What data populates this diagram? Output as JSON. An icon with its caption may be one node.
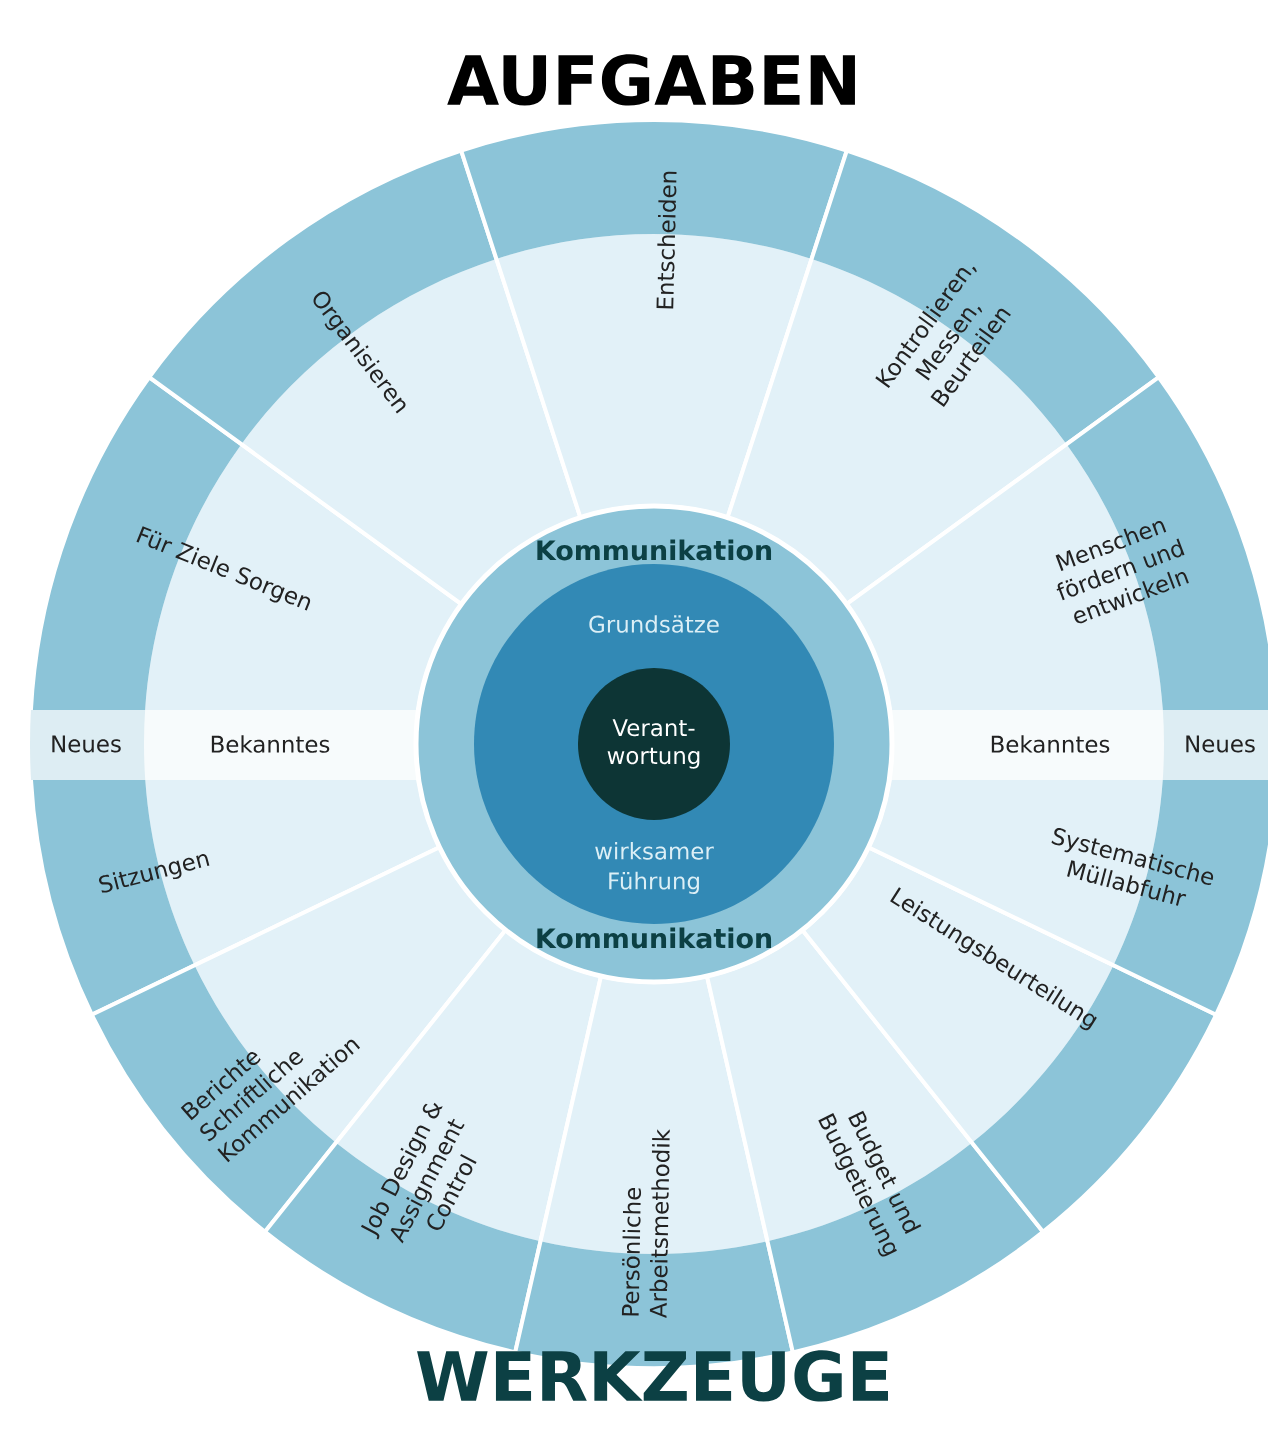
{
  "diagram": {
    "nodes": [
      {
        "text": [
          "Für Ziele Sorgen"
        ]
      },
      {
        "text": [
          "Organisieren"
        ]
      },
      {
        "text": [
          "Entscheiden"
        ]
      },
      {
        "text": [
          "Kontrollieren, Messen, Beurteilen"
        ]
      },
      {
        "text": [
          "Menschen fördern und entwickeln"
        ]
      },
      {
        "text": [
          "Kommunikation",
          "Kommunikation"
        ]
      },
      {
        "text": [
          "Grundsätze",
          "wirksamer Führung"
        ],
        "in": 5
      },
      {
        "text": [
          "Verant- wortung"
        ],
        "in": 6
      },
      {
        "text": [
          "Sitzungen"
        ]
      },
      {
        "text": [
          "Berichte Schriftliche Kommunikation"
        ]
      },
      {
        "text": [
          "Job Design & Assignment Control"
        ]
      },
      {
        "text": [
          "Persönliche Arbeitsmethodik"
        ]
      },
      {
        "text": [
          "Budget und Budgetierung"
        ]
      },
      {
        "text": [
          "Leistungsbeurteilung"
        ]
      },
      {
        "text": [
          "Systematische Müllabfuhr"
        ]
      }
    ],
    "labels": [
      "AUFGABEN",
      "Neues",
      "Bekanntes",
      "Bekanntes",
      "Neues",
      "WERKZEUGE"
    ]
  }
}
